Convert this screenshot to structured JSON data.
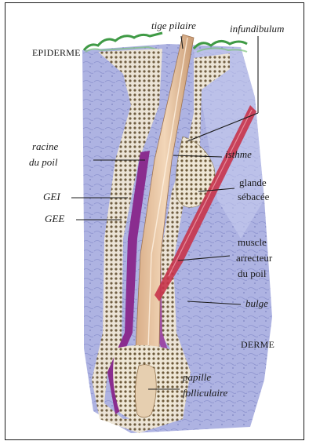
{
  "figure": {
    "labels": {
      "tige_pilaire": "tige pilaire",
      "infundibulum": "infundibulum",
      "epiderme": "EPIDERME",
      "racine_1": "racine",
      "racine_2": "du poil",
      "isthme": "isthme",
      "gei": "GEI",
      "glande_1": "glande",
      "glande_2": "sébacée",
      "gee": "GEE",
      "muscle_1": "muscle",
      "muscle_2": "arrecteur",
      "muscle_3": "du poil",
      "bulge": "bulge",
      "derme": "DERME",
      "papille_1": "papille",
      "papille_2": "folliculaire"
    },
    "colors": {
      "dermis": "#a9aedf",
      "dermis_light": "#c7cbee",
      "epidermis_green": "#3f9a45",
      "hair_shaft": "#e3bf9c",
      "sheath_purple": "#8a2d8f",
      "muscle_red": "#c8334a",
      "cells": "#6d5a3a"
    }
  }
}
